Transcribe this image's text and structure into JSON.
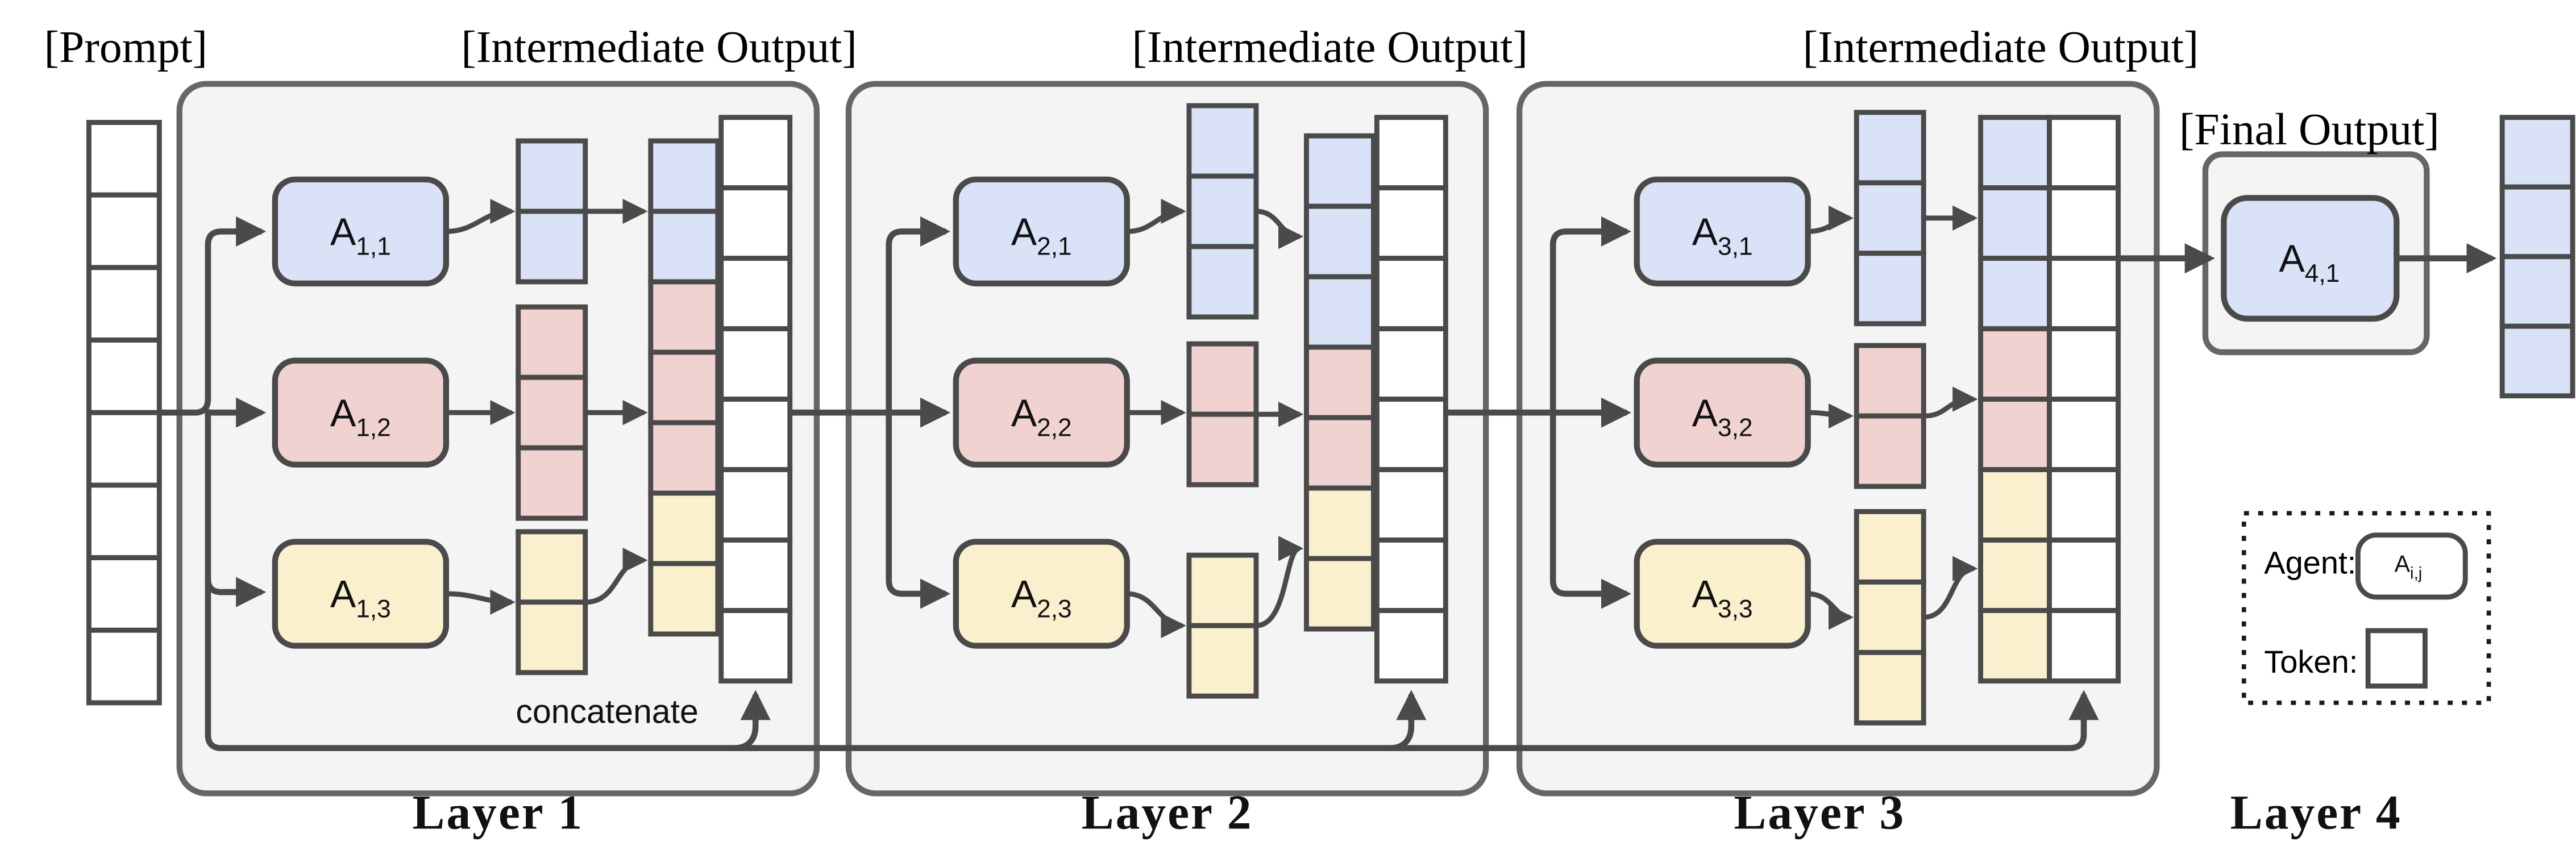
{
  "labels": {
    "prompt": "[Prompt]",
    "intermediate_output": "[Intermediate Output]",
    "final_output": "[Final Output]",
    "concatenate": "concatenate"
  },
  "layers": [
    {
      "name": "Layer 1",
      "agents": [
        {
          "base": "A",
          "sub": "1,1"
        },
        {
          "base": "A",
          "sub": "1,2"
        },
        {
          "base": "A",
          "sub": "1,3"
        }
      ],
      "tokens_per_agent": [
        2,
        3,
        2
      ],
      "combined_output_tokens": 8
    },
    {
      "name": "Layer 2",
      "agents": [
        {
          "base": "A",
          "sub": "2,1"
        },
        {
          "base": "A",
          "sub": "2,2"
        },
        {
          "base": "A",
          "sub": "2,3"
        }
      ],
      "tokens_per_agent": [
        3,
        2,
        2
      ],
      "combined_output_tokens": 8
    },
    {
      "name": "Layer 3",
      "agents": [
        {
          "base": "A",
          "sub": "3,1"
        },
        {
          "base": "A",
          "sub": "3,2"
        },
        {
          "base": "A",
          "sub": "3,3"
        }
      ],
      "tokens_per_agent": [
        3,
        2,
        3
      ],
      "combined_output_tokens": 8
    },
    {
      "name": "Layer 4",
      "agents": [
        {
          "base": "A",
          "sub": "4,1"
        }
      ],
      "tokens_per_agent": [
        4
      ],
      "combined_output_tokens": 4
    }
  ],
  "prompt_tokens": 8,
  "final_output_tokens": 4,
  "legend": {
    "agent_label": "Agent:",
    "agent_symbol": {
      "base": "A",
      "sub": "i,j"
    },
    "token_label": "Token:"
  },
  "colors": {
    "agent_blue": "#d9e2f6",
    "agent_pink": "#f0d2d1",
    "agent_yellow": "#fbf0cd",
    "token_white": "#ffffff",
    "layer_box_fill": "#f4f4f5",
    "layer_box_stroke": "#666666",
    "line_stroke": "#4a4a4a"
  }
}
